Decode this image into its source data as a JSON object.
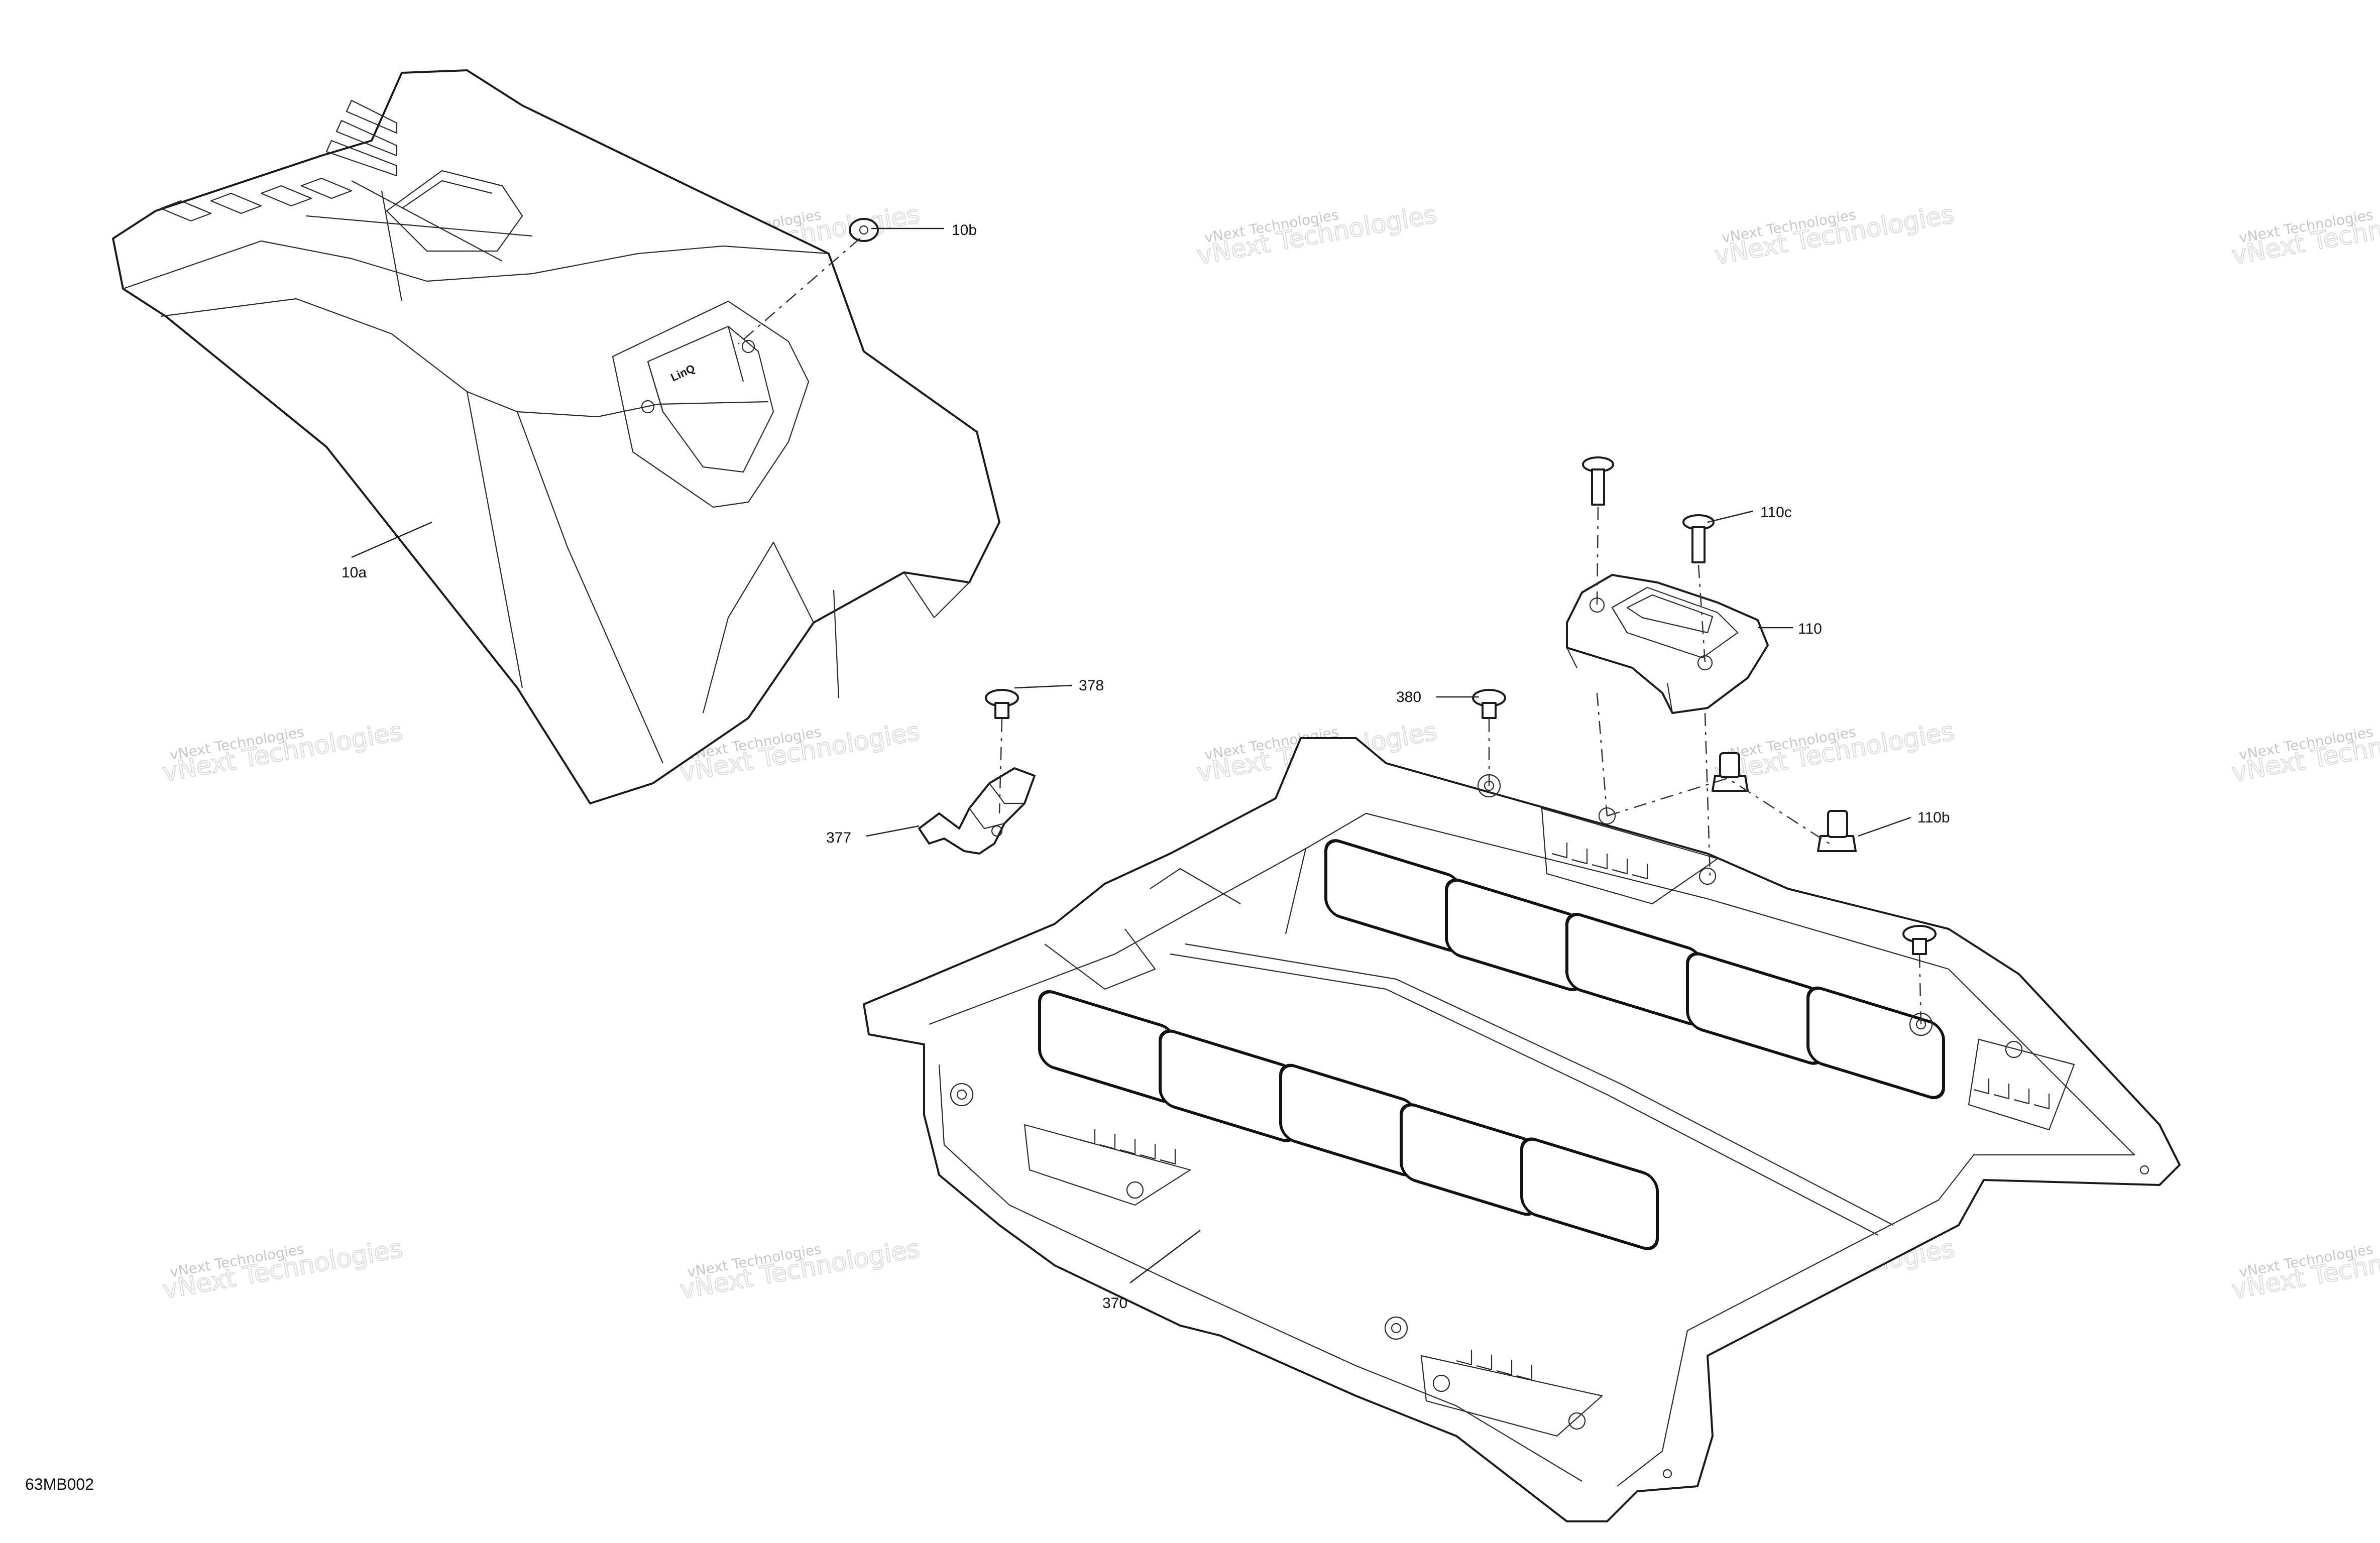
{
  "callouts": {
    "part_10a": "10a",
    "part_10b": "10b",
    "part_110": "110",
    "part_110b": "110b",
    "part_110c": "110c",
    "part_370": "370",
    "part_377": "377",
    "part_378": "378",
    "part_380": "380"
  },
  "figure_code": "63MB002",
  "watermark": {
    "line1": "vNext Technologies",
    "line2": "vNext Technologies"
  }
}
